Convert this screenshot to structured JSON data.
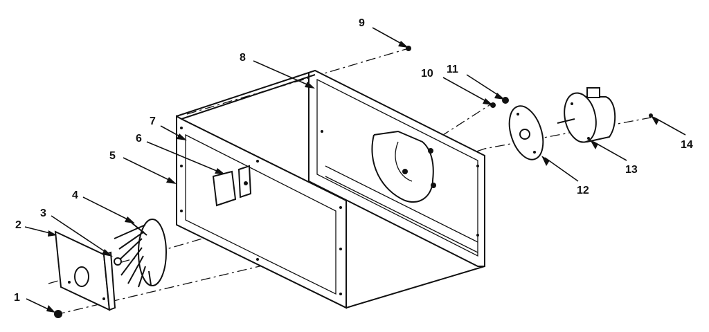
{
  "diagram": {
    "callouts": [
      {
        "id": "c1",
        "label": "1"
      },
      {
        "id": "c2",
        "label": "2"
      },
      {
        "id": "c3",
        "label": "3"
      },
      {
        "id": "c4",
        "label": "4"
      },
      {
        "id": "c5",
        "label": "5"
      },
      {
        "id": "c6",
        "label": "6"
      },
      {
        "id": "c7",
        "label": "7"
      },
      {
        "id": "c8",
        "label": "8"
      },
      {
        "id": "c9",
        "label": "9"
      },
      {
        "id": "c10",
        "label": "10"
      },
      {
        "id": "c11",
        "label": "11"
      },
      {
        "id": "c12",
        "label": "12"
      },
      {
        "id": "c13",
        "label": "13"
      },
      {
        "id": "c14",
        "label": "14"
      }
    ],
    "colors": {
      "ink": "#111111",
      "paper": "#ffffff"
    }
  }
}
